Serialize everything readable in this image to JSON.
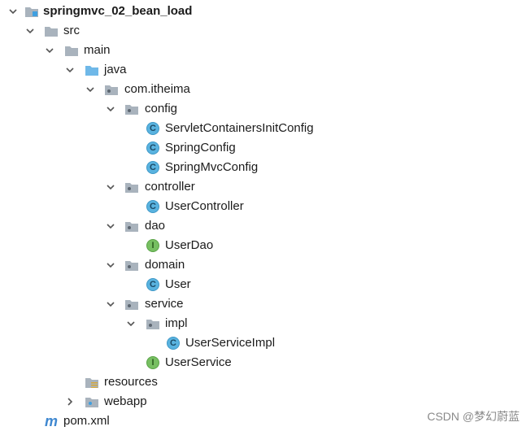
{
  "tree": {
    "root": "springmvc_02_bean_load",
    "src": "src",
    "main": "main",
    "java": "java",
    "pkg": "com.itheima",
    "config": "config",
    "config_items": [
      "ServletContainersInitConfig",
      "SpringConfig",
      "SpringMvcConfig"
    ],
    "controller": "controller",
    "controller_items": [
      "UserController"
    ],
    "dao": "dao",
    "dao_items": [
      "UserDao"
    ],
    "domain": "domain",
    "domain_items": [
      "User"
    ],
    "service": "service",
    "impl": "impl",
    "impl_items": [
      "UserServiceImpl"
    ],
    "service_items": [
      "UserService"
    ],
    "resources": "resources",
    "webapp": "webapp",
    "pom": "pom.xml"
  },
  "icons": {
    "class_letter": "C",
    "interface_letter": "I",
    "maven_letter": "m"
  },
  "colors": {
    "folder": "#a9b3bd",
    "source_folder": "#6fb8e8",
    "class_icon": "#59b3e0",
    "interface_icon": "#77bf62"
  },
  "watermark": "CSDN @梦幻蔚蓝"
}
